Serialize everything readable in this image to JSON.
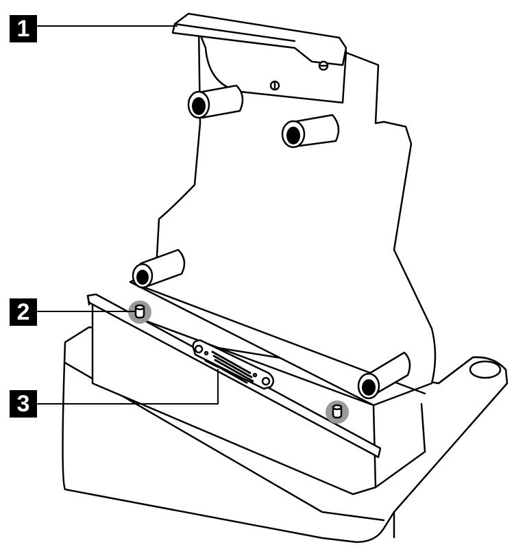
{
  "callouts": [
    {
      "number": "1",
      "target": "tablet-latch"
    },
    {
      "number": "2",
      "target": "alignment-pin"
    },
    {
      "number": "3",
      "target": "docking-connector"
    }
  ],
  "colors": {
    "line": "#000000",
    "fill": "#ffffff",
    "shade": "#9a9a9a",
    "badge": "#000000",
    "badge_text": "#ffffff"
  }
}
